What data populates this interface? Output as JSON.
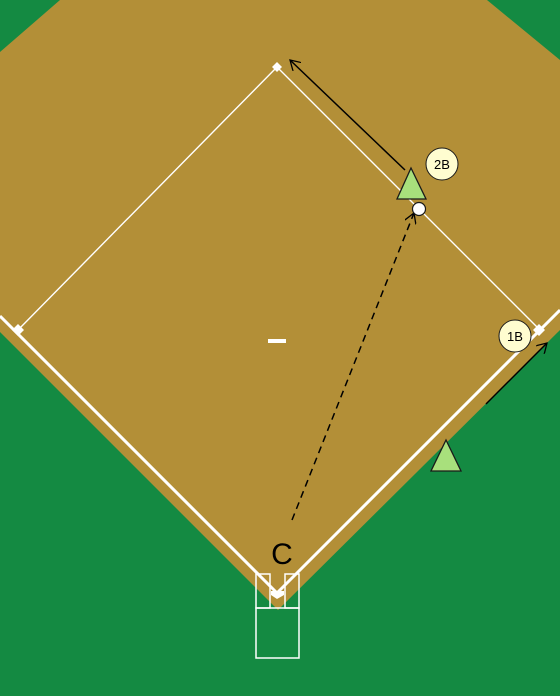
{
  "labels": {
    "second_base_tag": "2B",
    "first_base_tag": "1B",
    "catcher": "C"
  },
  "colors": {
    "grass": "#148a42",
    "dirt": "#b38f37",
    "chalk": "#ffffff",
    "player_fill": "#a8e07c",
    "player_stroke": "#1a1a1a",
    "tag_fill": "#fffdd0",
    "arrow": "#000000"
  },
  "icons": {
    "player": "triangle",
    "ball": "circle",
    "pitcher_rubber": "rectangle",
    "base": "diamond"
  }
}
